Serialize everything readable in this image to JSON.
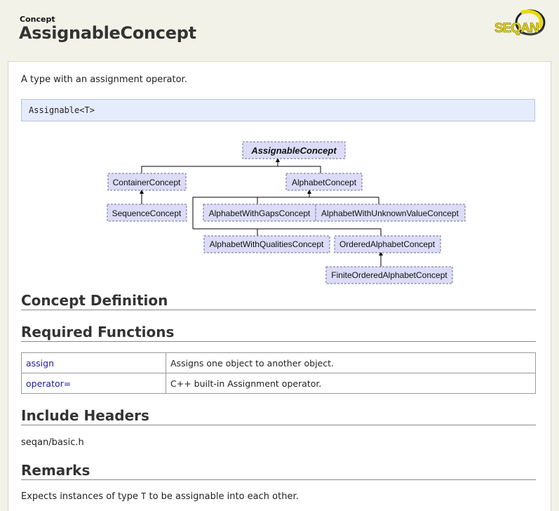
{
  "header": {
    "kind": "Concept",
    "title": "AssignableConcept",
    "logo_text": "SEQAN",
    "logo_color": "#e8d800"
  },
  "summary": "A type with an assignment operator.",
  "signature": "Assignable<T>",
  "diagram": {
    "root": "AssignableConcept",
    "container": "ContainerConcept",
    "alphabet": "AlphabetConcept",
    "sequence": "SequenceConcept",
    "gaps": "AlphabetWithGapsConcept",
    "unknown": "AlphabetWithUnknownValueConcept",
    "qualities": "AlphabetWithQualitiesConcept",
    "ordered": "OrderedAlphabetConcept",
    "finite": "FiniteOrderedAlphabetConcept",
    "node_fill": "#dcdcf8"
  },
  "sections": {
    "definition": "Concept Definition",
    "required": "Required Functions",
    "include": "Include Headers",
    "remarks": "Remarks"
  },
  "functions": [
    {
      "name": "assign",
      "desc": "Assigns one object to another object."
    },
    {
      "name": "operator=",
      "desc": "C++ built-in Assignment operator."
    }
  ],
  "include_header": "seqan/basic.h",
  "remark": {
    "pre": "Expects instances of type ",
    "code": "T",
    "post": " to be assignable into each other."
  }
}
